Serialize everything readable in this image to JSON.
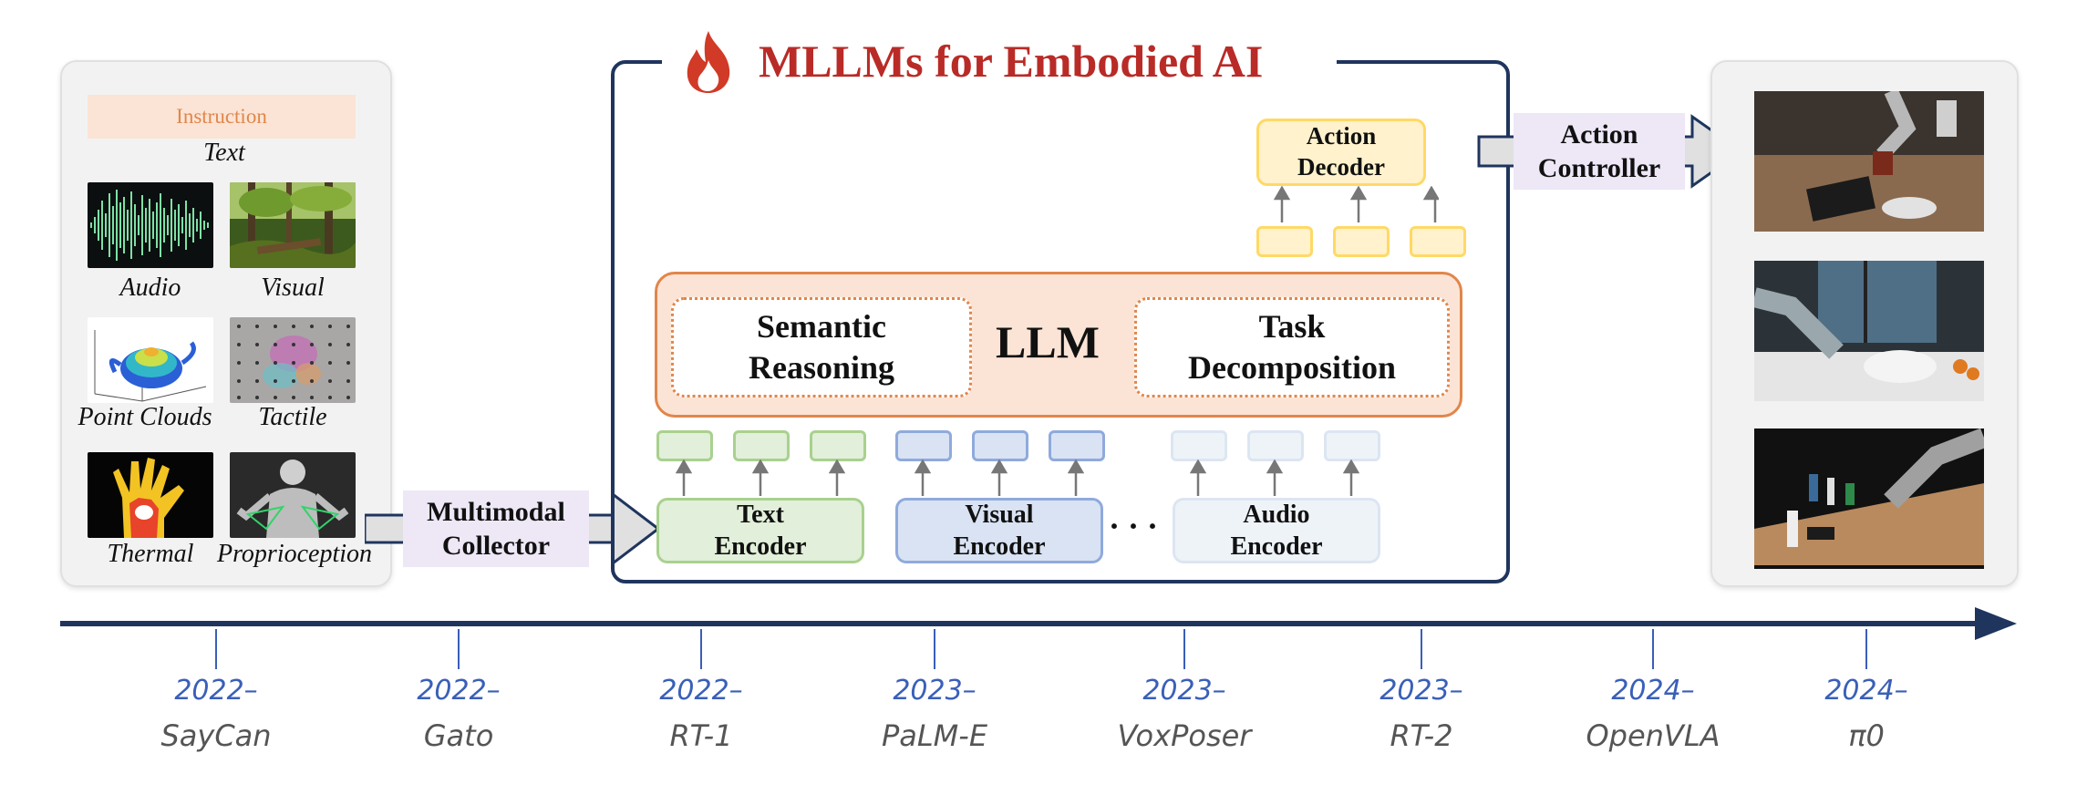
{
  "inputs": {
    "instruction_label": "Instruction",
    "text_label": "Text",
    "modalities": [
      {
        "label": "Audio",
        "icon": "audio-waveform-image"
      },
      {
        "label": "Visual",
        "icon": "forest-image"
      },
      {
        "label": "Point Clouds",
        "icon": "point-cloud-teapot-image"
      },
      {
        "label": "Tactile",
        "icon": "tactile-sensor-image"
      },
      {
        "label": "Thermal",
        "icon": "thermal-hand-image"
      },
      {
        "label": "Proprioception",
        "icon": "proprioception-body-image"
      }
    ]
  },
  "collector_label": "Multimodal\nCollector",
  "main": {
    "title": "MLLMs for Embodied AI",
    "title_icon": "fire-icon",
    "title_color": "#b92b27",
    "llm_label": "LLM",
    "semantic_reasoning": "Semantic\nReasoning",
    "task_decomposition": "Task\nDecomposition",
    "encoders": [
      {
        "label": "Text\nEncoder",
        "fill": "#e2efda",
        "border": "#a9d18e"
      },
      {
        "label": "Visual\nEncoder",
        "fill": "#dae3f3",
        "border": "#8faadc"
      },
      {
        "label": "Audio\nEncoder",
        "fill": "#eef3f8",
        "border": "#dce6f2"
      }
    ],
    "ellipsis": "· · ·",
    "action_decoder": "Action\nDecoder"
  },
  "controller_label": "Action\nController",
  "outputs": [
    {
      "icon": "robot-arm-table-photo"
    },
    {
      "icon": "robot-arm-kitchen-photo"
    },
    {
      "icon": "robot-arm-bottles-photo"
    }
  ],
  "timeline": [
    {
      "year": "2022–",
      "name": "SayCan"
    },
    {
      "year": "2022–",
      "name": "Gato"
    },
    {
      "year": "2022–",
      "name": "RT-1"
    },
    {
      "year": "2023–",
      "name": "PaLM-E"
    },
    {
      "year": "2023–",
      "name": "VoxPoser"
    },
    {
      "year": "2023–",
      "name": "RT-2"
    },
    {
      "year": "2024–",
      "name": "OpenVLA"
    },
    {
      "year": "2024–",
      "name": "π0"
    }
  ],
  "colors": {
    "frame": "#1f355e",
    "orange": "#e1864b",
    "timeline_blue": "#3a5fb8",
    "decoder_fill": "#fff2cc",
    "decoder_border": "#ffd966"
  }
}
